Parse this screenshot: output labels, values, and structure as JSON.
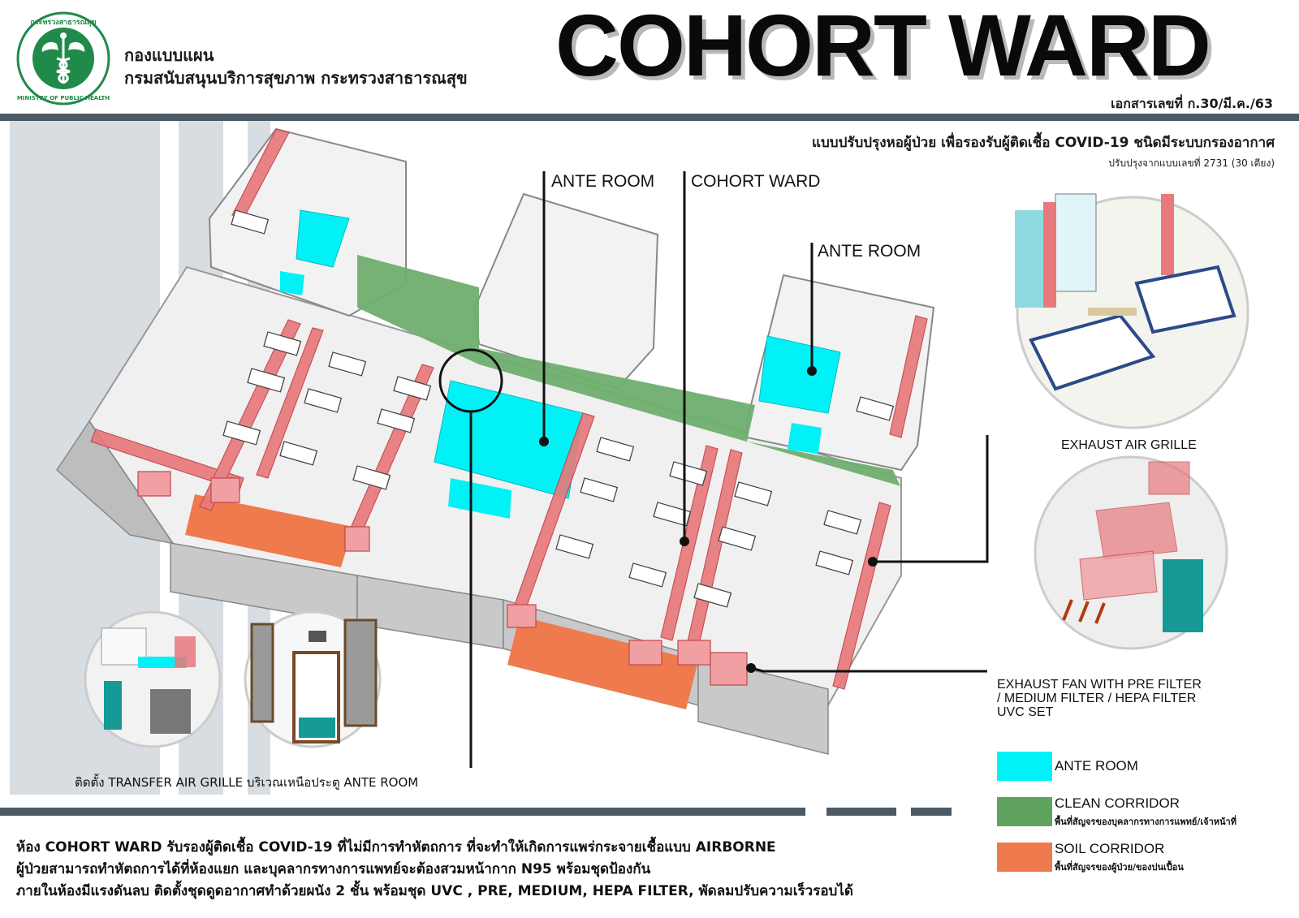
{
  "header": {
    "org_line1": "กองแบบแผน",
    "org_line2": "กรมสนับสนุนบริการสุขภาพ กระทรวงสาธารณสุข",
    "logo_text_top": "กระทรวงสาธารณสุข",
    "logo_text_bottom": "MINISTRY OF PUBLIC HEALTH",
    "title": "COHORT WARD",
    "doc_number": "เอกสารเลขที่ ก.30/มี.ค./63"
  },
  "subtitle": {
    "main": "แบบปรับปรุงหอผู้ป่วย เพื่อรองรับผู้ติดเชื้อ COVID-19 ชนิดมีระบบกรองอากาศ",
    "note": "ปรับปรุงจากแบบเลขที่ 2731 (30 เตียง)"
  },
  "callouts": {
    "ante_room_1": "ANTE ROOM",
    "cohort_ward": "COHORT WARD",
    "ante_room_2": "ANTE ROOM",
    "exhaust_grille": "EXHAUST AIR GRILLE",
    "exhaust_fan_line1": "EXHAUST FAN WITH PRE FILTER",
    "exhaust_fan_line2": "/ MEDIUM FILTER / HEPA FILTER",
    "exhaust_fan_line3": "UVC SET",
    "transfer_grille": "ติดตั้ง TRANSFER AIR GRILLE บริเวณเหนือประตู ANTE ROOM"
  },
  "notes": {
    "line1": "ห้อง COHORT WARD รับรองผู้ติดเชื้อ COVID-19 ที่ไม่มีการทำหัตถการ ที่จะทำให้เกิดการแพร่กระจายเชื้อแบบ AIRBORNE",
    "line2": "ผู้ป่วยสามารถทำหัตถการได้ที่ห้องแยก และบุคลากรทางการแพทย์จะต้องสวมหน้ากาก N95 พร้อมชุดป้องกัน",
    "line3": "ภายในห้องมีแรงดันลบ ติดตั้งชุดดูดอากาศทำด้วยผนัง 2 ชั้น พร้อมชุด UVC , PRE, MEDIUM, HEPA FILTER, พัดลมปรับความเร็วรอบได้"
  },
  "legend": [
    {
      "label": "ANTE ROOM",
      "sub": "",
      "color": "#00f2f7"
    },
    {
      "label": "CLEAN CORRIDOR",
      "sub": "พื้นที่สัญจรของบุคลากรทางการแพทย์/เจ้าหน้าที่",
      "color": "#5fa35f"
    },
    {
      "label": "SOIL CORRIDOR",
      "sub": "พื้นที่สัญจรของผู้ป่วย/ของปนเปื้อน",
      "color": "#ef7a4d"
    }
  ],
  "colors": {
    "ante": "#00f2f7",
    "clean": "#6fae6f",
    "soil": "#ef7a4d",
    "duct": "#e8797c",
    "bar": "#4d5963",
    "logo_green": "#1f8a4a"
  }
}
